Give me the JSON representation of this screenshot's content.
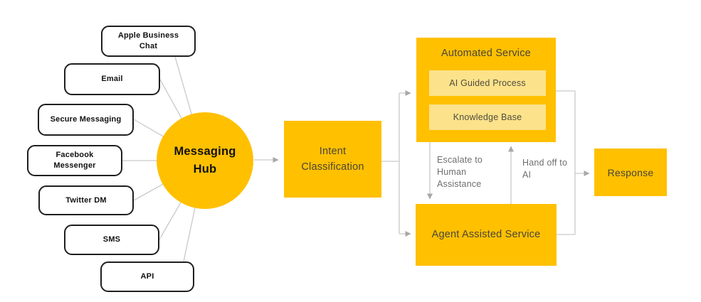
{
  "diagram": {
    "channels": [
      {
        "label": "Apple Business Chat"
      },
      {
        "label": "Email"
      },
      {
        "label": "Secure Messaging"
      },
      {
        "label": "Facebook Messenger"
      },
      {
        "label": "Twitter DM"
      },
      {
        "label": "SMS"
      },
      {
        "label": "API"
      }
    ],
    "hub": {
      "label": "Messaging Hub"
    },
    "intent": {
      "label": "Intent Classification"
    },
    "automated_service": {
      "title": "Automated Service",
      "items": [
        {
          "label": "AI Guided Process"
        },
        {
          "label": "Knowledge Base"
        }
      ]
    },
    "agent_service": {
      "label": "Agent Assisted Service"
    },
    "response": {
      "label": "Response"
    },
    "edge_labels": {
      "escalate": "Escalate to Human Assistance",
      "handoff": "Hand off to AI"
    },
    "colors": {
      "primary_yellow": "#FFC000",
      "light_yellow": "#FCE28A",
      "connector_gray": "#C9C9C9",
      "arrowhead_gray": "#A8A8A8",
      "label_gray": "#6E6E6E",
      "dark_text_on_yellow": "#4A4539",
      "black_text": "#111111",
      "channel_border": "#1F1F1F",
      "background": "#FFFFFF"
    }
  }
}
